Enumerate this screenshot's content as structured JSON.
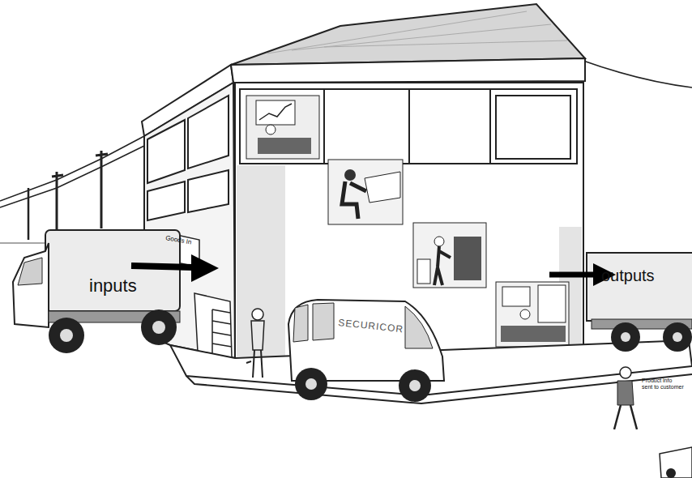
{
  "diagram": {
    "labels": [
      "inputs",
      "Goods In",
      "SECURICOR",
      "outputs",
      "Product info sent to customer"
    ]
  }
}
